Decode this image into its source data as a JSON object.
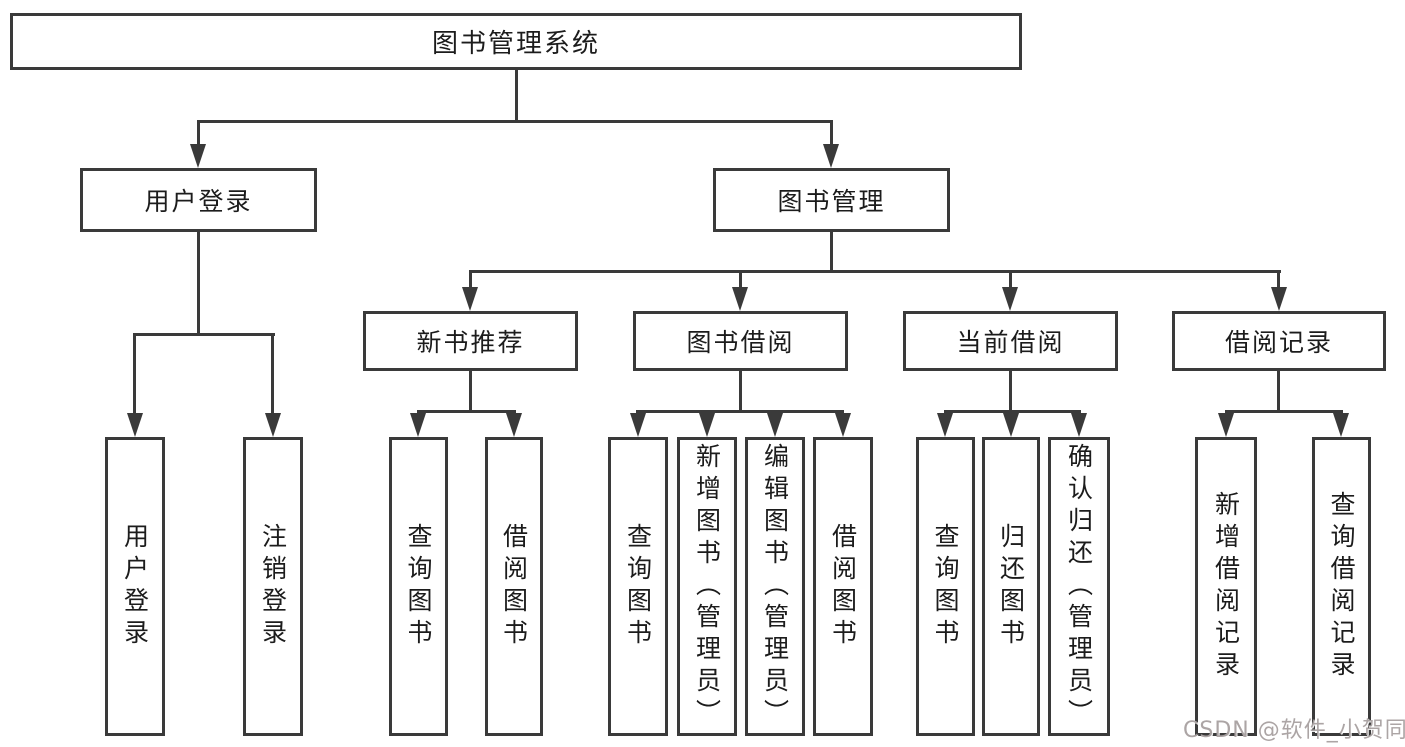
{
  "diagram": {
    "title": "图书管理系统",
    "level2": [
      "用户登录",
      "图书管理"
    ],
    "level3": [
      "新书推荐",
      "图书借阅",
      "当前借阅",
      "借阅记录"
    ],
    "leaves": [
      "用户登录",
      "注销登录",
      "查询图书",
      "借阅图书",
      "查询图书",
      "新增图书（管理员）",
      "编辑图书（管理员）",
      "借阅图书",
      "查询图书",
      "归还图书",
      "确认归还（管理员）",
      "新增借阅记录",
      "查询借阅记录"
    ]
  },
  "colors": {
    "line": "#3a3a3a",
    "box_border": "#3a3a3a",
    "box_fill": "#ffffff",
    "text": "#1c1c1c",
    "watermark": "#a8a0a0"
  },
  "watermark": {
    "text": "CSDN @软件_小贺同学"
  }
}
